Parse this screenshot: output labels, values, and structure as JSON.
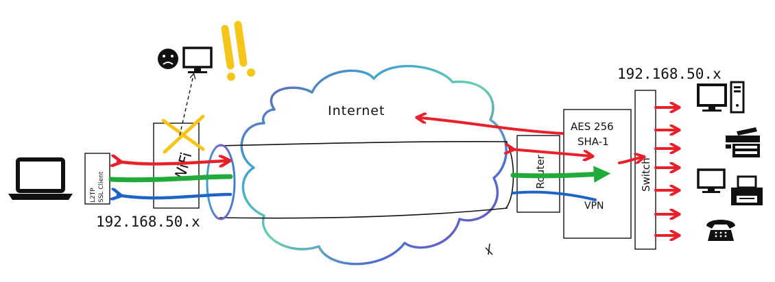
{
  "labels": {
    "internet": "Internet",
    "ip_left": "192.168.50.x",
    "ip_right": "192.168.50.x",
    "client_line1": "L2TP",
    "client_line2": "SSL Client",
    "wifi": "WiFi",
    "router": "Router",
    "encryption_line1": "AES 256",
    "encryption_line2": "SHA-1",
    "vpn": "VPN",
    "switch": "Switch",
    "sad_face": "☹",
    "exclamation": "!!"
  },
  "icons": {
    "laptop": "laptop-icon",
    "monitor_small": "monitor-icon",
    "sad_face": "sad-face-icon",
    "desktop": "desktop-computer-icon",
    "copier": "copier-icon",
    "printer": "printer-icon",
    "phone": "telephone-icon",
    "cross": "cross-icon"
  },
  "colors": {
    "red": "#e8202a",
    "green": "#1faa3a",
    "blue": "#1e63c8",
    "yellow": "#f5c518",
    "ink": "#111111"
  }
}
